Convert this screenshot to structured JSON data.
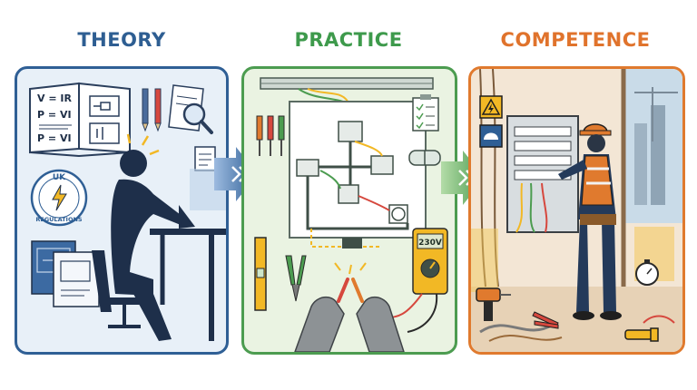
{
  "headings": {
    "theory": "THEORY",
    "practice": "PRACTICE",
    "competence": "COMPETENCE"
  },
  "theory": {
    "formula_1": "V = IR",
    "formula_2": "P = VI",
    "formula_3": "P = VI",
    "badge_top": "UK",
    "badge_bottom": "REGULATIONS"
  },
  "practice": {
    "meter_reading": "230V"
  },
  "colors": {
    "theory": "#2f5f95",
    "practice": "#4c9c50",
    "competence": "#e07a2e"
  }
}
